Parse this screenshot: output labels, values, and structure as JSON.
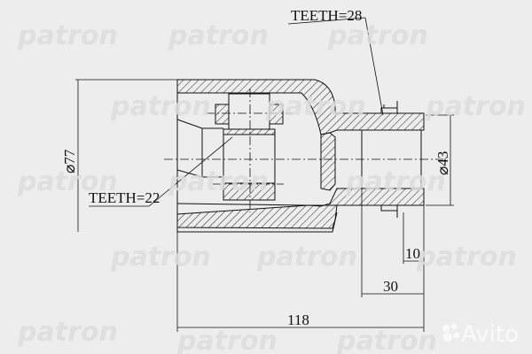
{
  "watermark": "patron",
  "labels": {
    "teeth_outer": "TEETH=28",
    "teeth_inner": "TEETH=22",
    "diameter_outer": "⌀77",
    "diameter_stem": "⌀43",
    "dim_10": "10",
    "dim_30": "30",
    "dim_118": "118"
  },
  "site_logo": "Avito",
  "colors": {
    "line": "#111111",
    "background": "#ededed",
    "watermark": "#dcdcdc"
  }
}
